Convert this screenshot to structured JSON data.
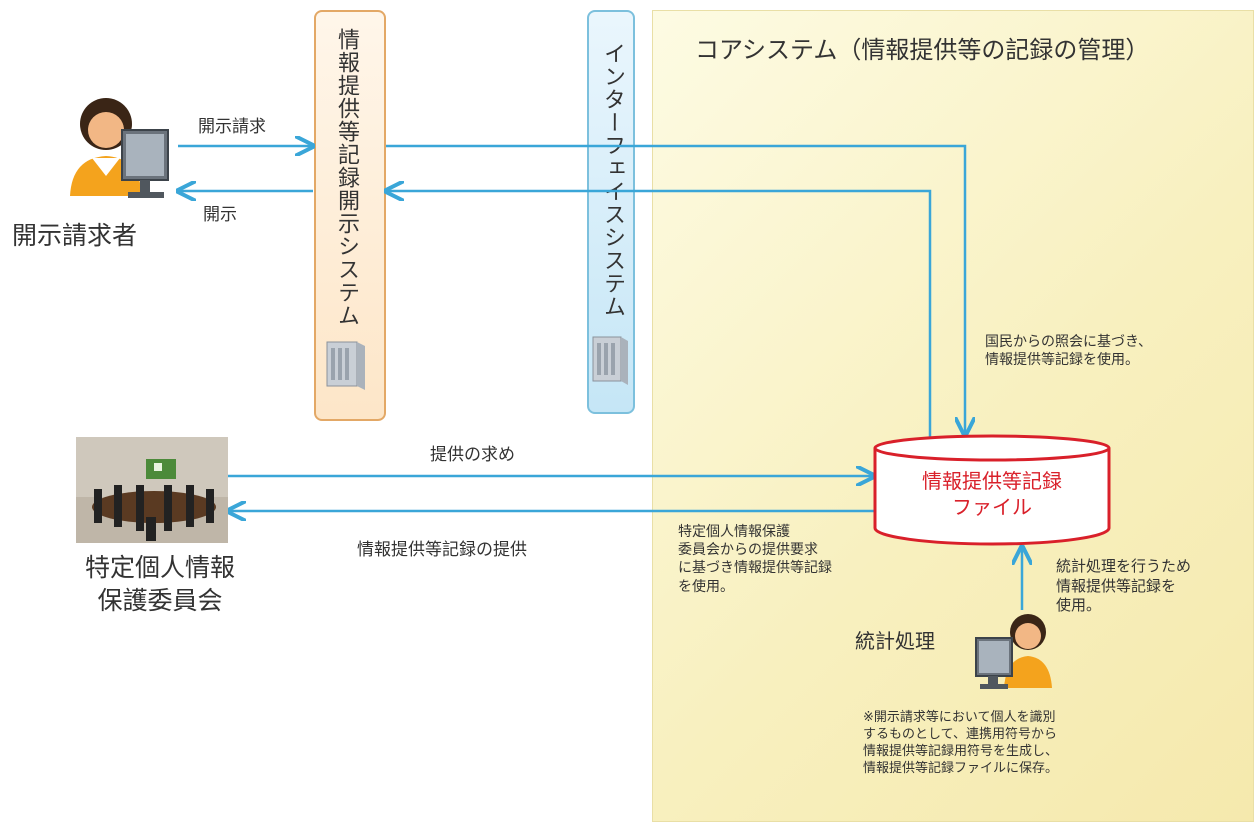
{
  "core": {
    "title": "コアシステム（情報提供等の記録の管理）"
  },
  "disclosure_system": {
    "label": "情報提供等記録開示システム"
  },
  "interface_system": {
    "label": "インターフェイスシステム"
  },
  "requester": {
    "label": "開示請求者"
  },
  "committee": {
    "label_line1": "特定個人情報",
    "label_line2": "保護委員会"
  },
  "arrows": {
    "request": "開示請求",
    "disclosure": "開示",
    "provide_request": "提供の求め",
    "record_provide": "情報提供等記録の提供"
  },
  "record_file": {
    "line1": "情報提供等記録",
    "line2": "ファイル"
  },
  "notes": {
    "citizen": [
      "国民からの照会に基づき、",
      "情報提供等記録を使用。"
    ],
    "committee_use": [
      "特定個人情報保護",
      "委員会からの提供要求",
      "に基づき情報提供等記録",
      "を使用。"
    ],
    "statistics": [
      "統計処理を行うため",
      "情報提供等記録を",
      "使用。"
    ],
    "footnote": [
      "※開示請求等において個人を識別",
      "するものとして、連携用符号から",
      "情報提供等記録用符号を生成し、",
      "情報提供等記録ファイルに保存。"
    ]
  },
  "statistics": {
    "label": "統計処理"
  },
  "colors": {
    "arrow": "#3aa6d8",
    "file_border": "#d9202a",
    "file_text": "#d9202a"
  }
}
